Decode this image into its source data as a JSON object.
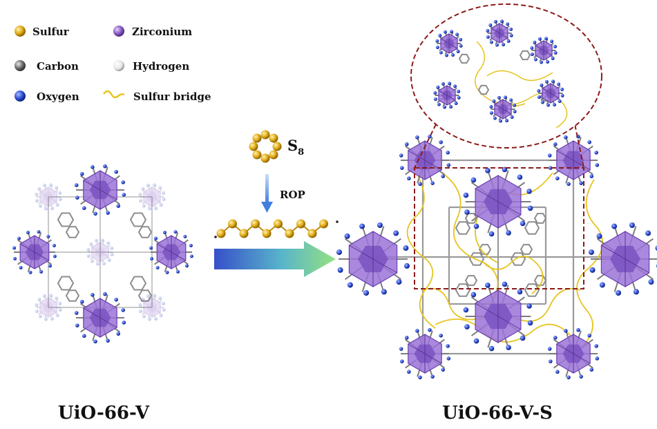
{
  "legend": {
    "items": [
      {
        "label": "Sulfur",
        "icon": "sulfur-atom-icon",
        "color": "#e0a915"
      },
      {
        "label": "Zirconium",
        "icon": "zirconium-atom-icon",
        "color": "#8a5cc4"
      },
      {
        "label": "Carbon",
        "icon": "carbon-atom-icon",
        "color": "#6f6f6f"
      },
      {
        "label": "Hydrogen",
        "icon": "hydrogen-atom-icon",
        "color": "#e4e4e4"
      },
      {
        "label": "Oxygen",
        "icon": "oxygen-atom-icon",
        "color": "#2e4fd6"
      },
      {
        "label": "Sulfur bridge",
        "icon": "sulfur-bridge-icon",
        "color": "#e6c41f"
      }
    ]
  },
  "reaction": {
    "reagent": "S",
    "reagent_subscript": "8",
    "process_label": "ROP"
  },
  "structures": {
    "left_caption": "UiO-66-V",
    "right_caption": "UiO-66-V-S"
  },
  "colors": {
    "zr_polyhedron": "#9a73d8",
    "zr_polyhedron_dark": "#6a40b0",
    "oxygen": "#3a66e6",
    "carbon": "#8c8c8c",
    "sulfur": "#e0a915",
    "sulfur_bridge": "#e6c41f",
    "zoom_frame": "#8b1a1a",
    "arrow_start": "#2c46c7",
    "arrow_end": "#8fe07a",
    "rop_arrow": "#3f7fe0"
  }
}
